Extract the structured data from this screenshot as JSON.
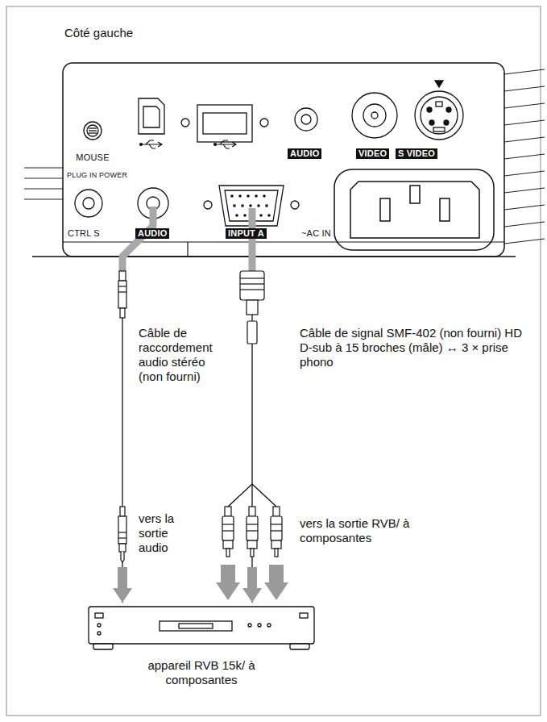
{
  "diagram": {
    "nodes": [
      {
        "text": [
          "Côté gauche"
        ]
      },
      {
        "text": [
          "appareil RVB 15k/ à composantes"
        ]
      }
    ],
    "edges": [
      {
        "from": 0,
        "to": 1,
        "arrow": "to",
        "label": "Câble de raccordement audio stéréo (non fourni)"
      },
      {
        "from": 0,
        "to": 1,
        "arrow": "to",
        "label": "Câble de signal SMF-402 (non fourni) HD D-sub à 15 broches (mâle) ↔ 3 × prise phono"
      }
    ],
    "labels": [
      "MOUSE",
      "AUDIO",
      "VIDEO",
      "S VIDEO",
      "PLUG IN POWER",
      "CTRL S",
      "AUDIO",
      "INPUT A",
      "~AC IN",
      "vers la sortie audio",
      "vers la sortie RVB/ à composantes"
    ]
  }
}
